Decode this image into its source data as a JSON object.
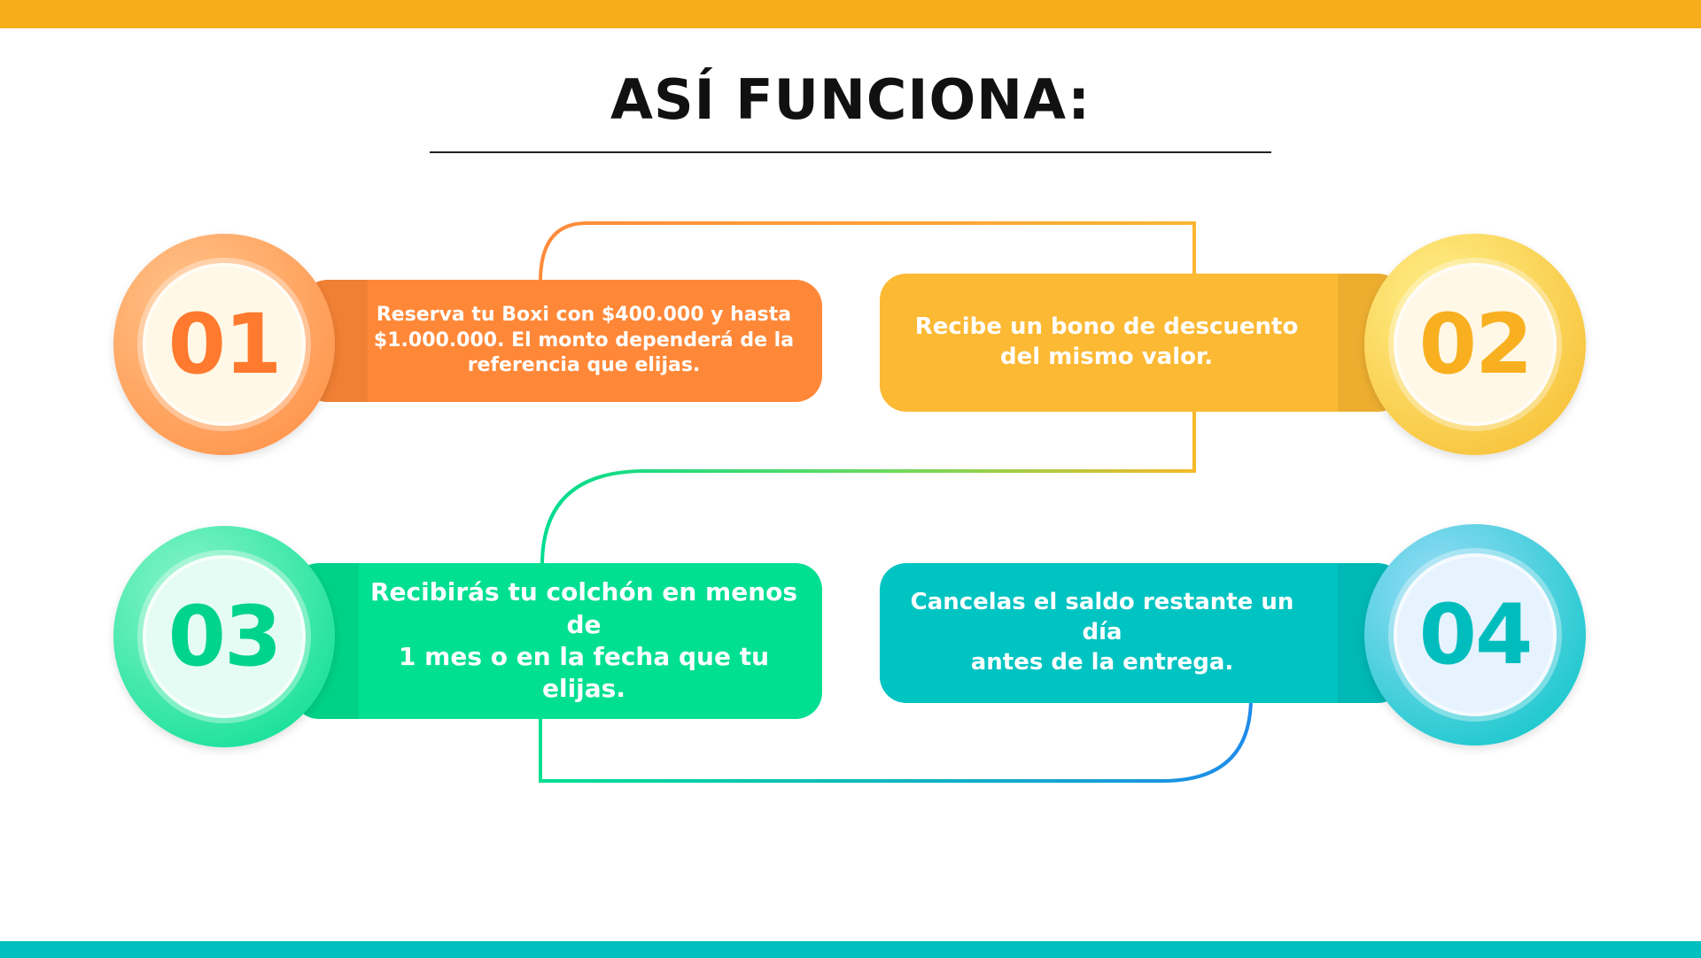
{
  "title": "ASÍ FUNCIONA:",
  "steps": [
    {
      "number": "01",
      "text_lines": [
        "Reserva tu Boxi con $400.000 y hasta",
        "$1.000.000. El monto dependerá de la",
        "referencia que elijas."
      ],
      "color": "#FF8838"
    },
    {
      "number": "02",
      "text_lines": [
        "Recibe un bono de descuento",
        "del mismo valor."
      ],
      "color": "#FCB934"
    },
    {
      "number": "03",
      "text_lines": [
        "Recibirás tu colchón en menos de",
        "1 mes o en la fecha que tu elijas."
      ],
      "color": "#00DF92"
    },
    {
      "number": "04",
      "text_lines": [
        "Cancelas el saldo restante un día",
        "antes de la entrega."
      ],
      "color": "#00C4C2"
    }
  ],
  "colors": {
    "top_bar": "#F7AD1A",
    "bottom_bar": "#00BFBF",
    "title": "#111111"
  }
}
